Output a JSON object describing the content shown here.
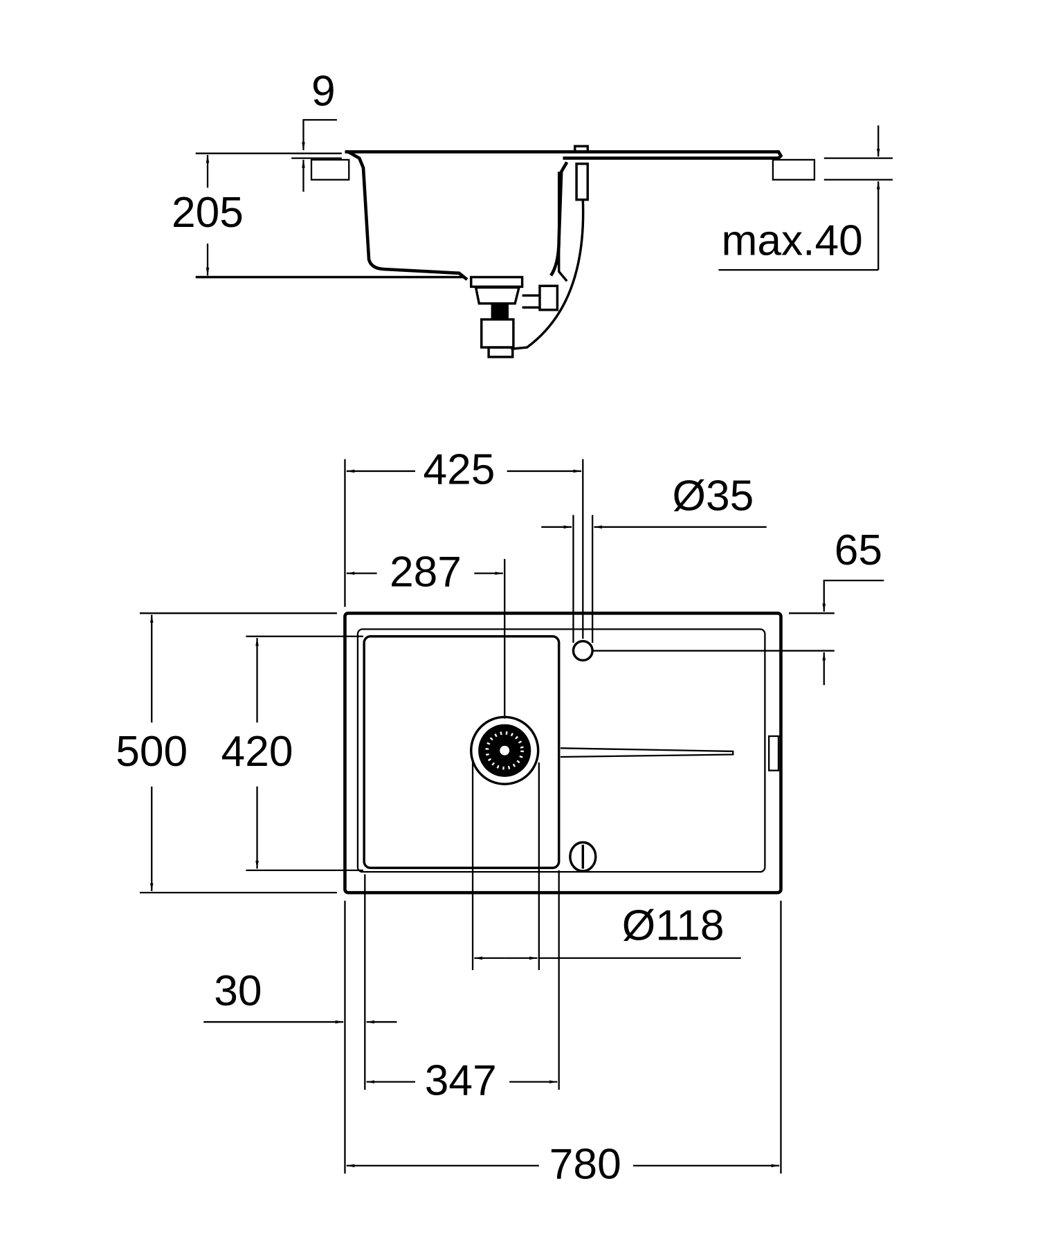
{
  "side_view": {
    "rim_thickness": "9",
    "depth": "205",
    "countertop_thickness": "max.40"
  },
  "top_view": {
    "tap_offset": "425",
    "tap_hole_diameter": "Ø35",
    "tap_hole_from_edge": "65",
    "drain_offset": "287",
    "overall_depth": "500",
    "bowl_depth": "420",
    "drain_diameter": "Ø118",
    "rim_width": "30",
    "bowl_width": "347",
    "overall_width": "780"
  },
  "colors": {
    "line": "#000000",
    "background": "#ffffff"
  }
}
